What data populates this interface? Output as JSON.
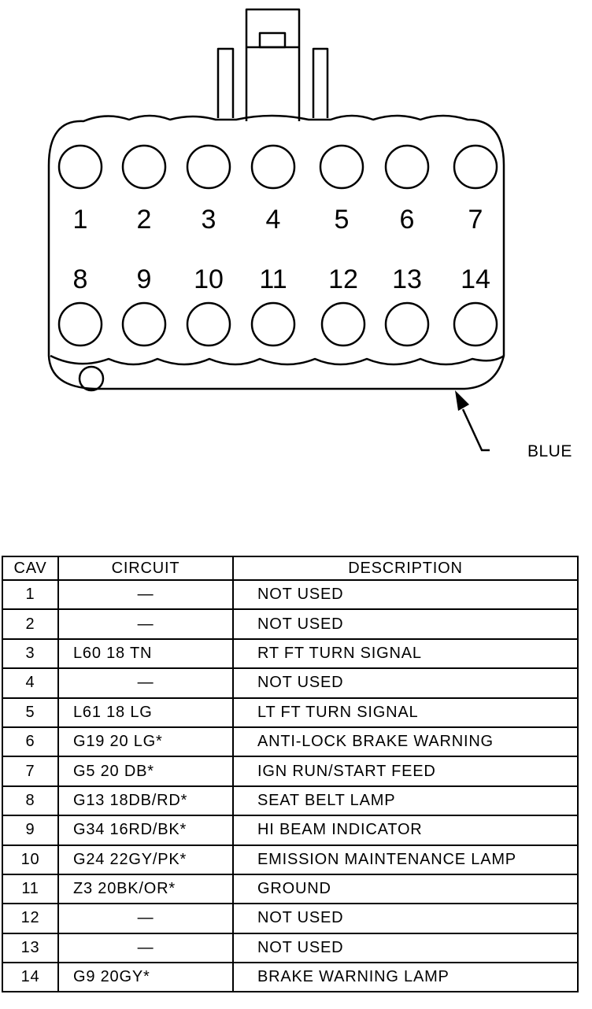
{
  "connector": {
    "pin_labels_top": [
      "1",
      "2",
      "3",
      "4",
      "5",
      "6",
      "7"
    ],
    "pin_labels_bottom": [
      "8",
      "9",
      "10",
      "11",
      "12",
      "13",
      "14"
    ],
    "color_tag": "BLUE"
  },
  "table": {
    "headers": {
      "cav": "CAV",
      "circuit": "CIRCUIT",
      "description": "DESCRIPTION"
    },
    "rows": [
      {
        "cav": "1",
        "circuit": "—",
        "description": "NOT USED"
      },
      {
        "cav": "2",
        "circuit": "—",
        "description": "NOT USED"
      },
      {
        "cav": "3",
        "circuit": "L60 18 TN",
        "description": "RT FT TURN SIGNAL"
      },
      {
        "cav": "4",
        "circuit": "—",
        "description": "NOT USED"
      },
      {
        "cav": "5",
        "circuit": "L61 18 LG",
        "description": "LT FT TURN SIGNAL"
      },
      {
        "cav": "6",
        "circuit": "G19 20 LG*",
        "description": "ANTI-LOCK BRAKE WARNING"
      },
      {
        "cav": "7",
        "circuit": "G5 20 DB*",
        "description": "IGN RUN/START FEED"
      },
      {
        "cav": "8",
        "circuit": "G13 18DB/RD*",
        "description": "SEAT BELT LAMP"
      },
      {
        "cav": "9",
        "circuit": "G34 16RD/BK*",
        "description": "HI BEAM INDICATOR"
      },
      {
        "cav": "10",
        "circuit": "G24 22GY/PK*",
        "description": "EMISSION MAINTENANCE LAMP"
      },
      {
        "cav": "11",
        "circuit": "Z3 20BK/OR*",
        "description": "GROUND"
      },
      {
        "cav": "12",
        "circuit": "—",
        "description": "NOT USED"
      },
      {
        "cav": "13",
        "circuit": "—",
        "description": "NOT USED"
      },
      {
        "cav": "14",
        "circuit": "G9 20GY*",
        "description": "BRAKE WARNING LAMP"
      }
    ]
  }
}
